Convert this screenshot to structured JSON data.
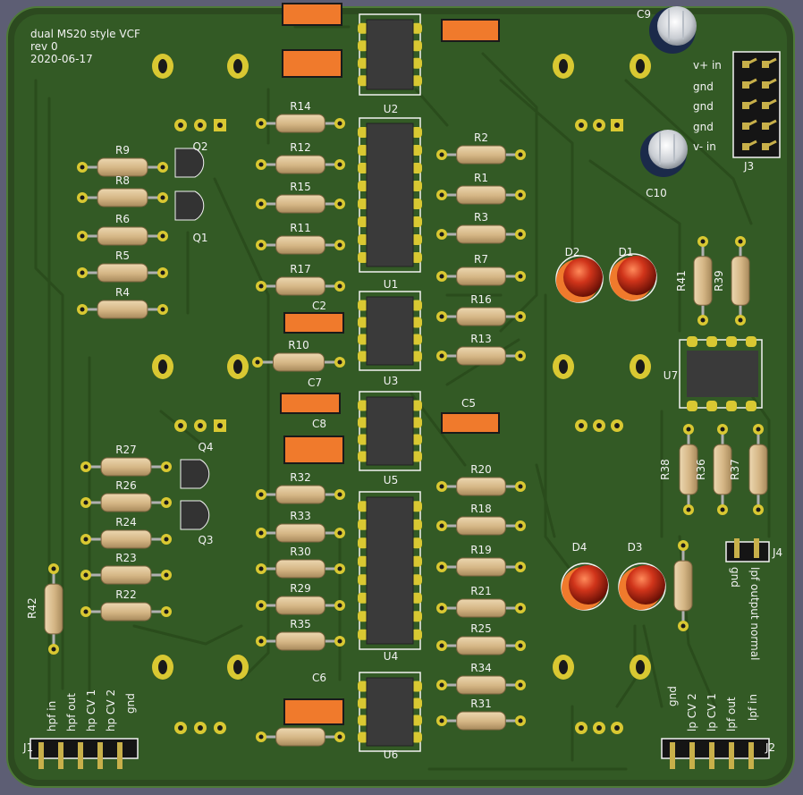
{
  "board": {
    "title_lines": [
      "dual MS20 style VCF",
      "rev 0",
      "2020-06-17"
    ],
    "colors": {
      "background": "#5d5e74",
      "board": "#2c4a1f",
      "copper": "#335a25",
      "trace": "#2e5220",
      "silkscreen": "#f2f2f2",
      "pad": "#d9c832",
      "ic_body": "#3a3a3a",
      "smd_cap": "#f07a2c",
      "resistor_body": "#d6b98a",
      "resistor_lead": "#b0b0b0",
      "led": "#c22a12",
      "electrolytic": "#1b2a4a",
      "header_pin": "#c8b04a",
      "header_body": "#151515"
    }
  },
  "components": {
    "resistors": [
      "R1",
      "R2",
      "R3",
      "R4",
      "R5",
      "R6",
      "R7",
      "R8",
      "R9",
      "R10",
      "R11",
      "R12",
      "R13",
      "R14",
      "R15",
      "R16",
      "R17",
      "R18",
      "R19",
      "R20",
      "R21",
      "R22",
      "R23",
      "R24",
      "R25",
      "R26",
      "R27",
      "R29",
      "R30",
      "R31",
      "R32",
      "R33",
      "R34",
      "R35",
      "R36",
      "R37",
      "R38",
      "R39",
      "R41",
      "R42"
    ],
    "ics": [
      "U1",
      "U2",
      "U3",
      "U4",
      "U5",
      "U6",
      "U7"
    ],
    "capacitors": [
      "C2",
      "C5",
      "C6",
      "C7",
      "C8",
      "C9",
      "C10"
    ],
    "transistors": [
      "Q1",
      "Q2",
      "Q3",
      "Q4"
    ],
    "leds": [
      "D1",
      "D2",
      "D3",
      "D4"
    ],
    "headers": [
      "J1",
      "J2",
      "J3",
      "J4"
    ]
  },
  "connectors": {
    "j1": {
      "ref": "J1",
      "pins": [
        "hpf in",
        "hpf out",
        "hp CV 1",
        "hp CV 2",
        "gnd"
      ]
    },
    "j2": {
      "ref": "J2",
      "pins": [
        "gnd",
        "lp CV 2",
        "lp CV 1",
        "lpf out",
        "lpf in"
      ]
    },
    "j3": {
      "ref": "J3",
      "pins": [
        "v+ in",
        "gnd",
        "gnd",
        "gnd",
        "v- in"
      ]
    },
    "j4": {
      "ref": "J4",
      "pins": [
        "gnd",
        "lpf output normal"
      ]
    }
  }
}
